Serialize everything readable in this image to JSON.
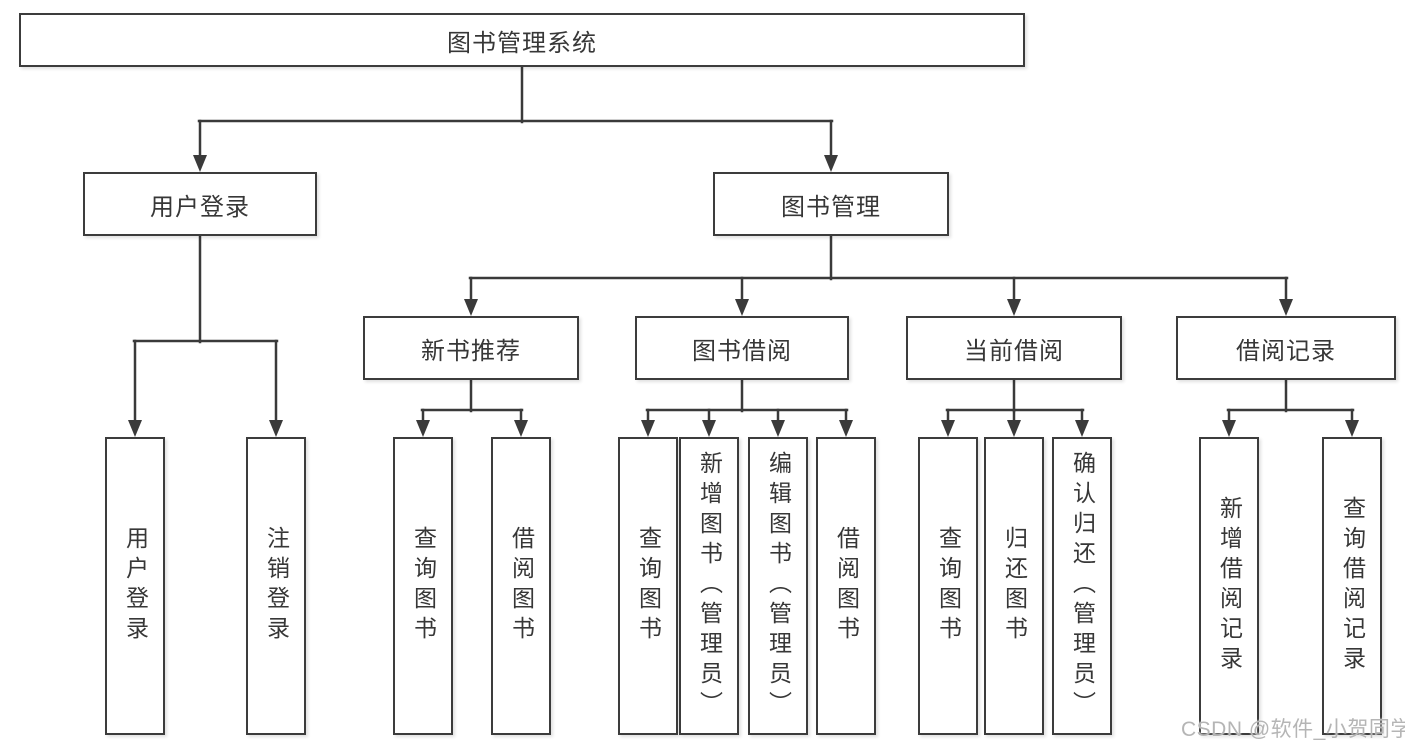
{
  "diagram_type": "hierarchy",
  "colors": {
    "line": "#3a3a3a",
    "box_border": "#3c3c3c",
    "box_fill": "#ffffff",
    "text": "#373737",
    "watermark": "#b5b5b5"
  },
  "tree": {
    "root": {
      "label": "图书管理系统",
      "children": [
        {
          "label": "用户登录",
          "children": [
            {
              "label": "用户登录"
            },
            {
              "label": "注销登录"
            }
          ]
        },
        {
          "label": "图书管理",
          "children": [
            {
              "label": "新书推荐",
              "children": [
                {
                  "label": "查询图书"
                },
                {
                  "label": "借阅图书"
                }
              ]
            },
            {
              "label": "图书借阅",
              "children": [
                {
                  "label": "查询图书"
                },
                {
                  "label": "新增图书（管理员）"
                },
                {
                  "label": "编辑图书（管理员）"
                },
                {
                  "label": "借阅图书"
                }
              ]
            },
            {
              "label": "当前借阅",
              "children": [
                {
                  "label": "查询图书"
                },
                {
                  "label": "归还图书"
                },
                {
                  "label": "确认归还（管理员）"
                }
              ]
            },
            {
              "label": "借阅记录",
              "children": [
                {
                  "label": "新增借阅记录"
                },
                {
                  "label": "查询借阅记录"
                }
              ]
            }
          ]
        }
      ]
    }
  },
  "watermark": {
    "text": "CSDN @软件_小贺同学"
  }
}
